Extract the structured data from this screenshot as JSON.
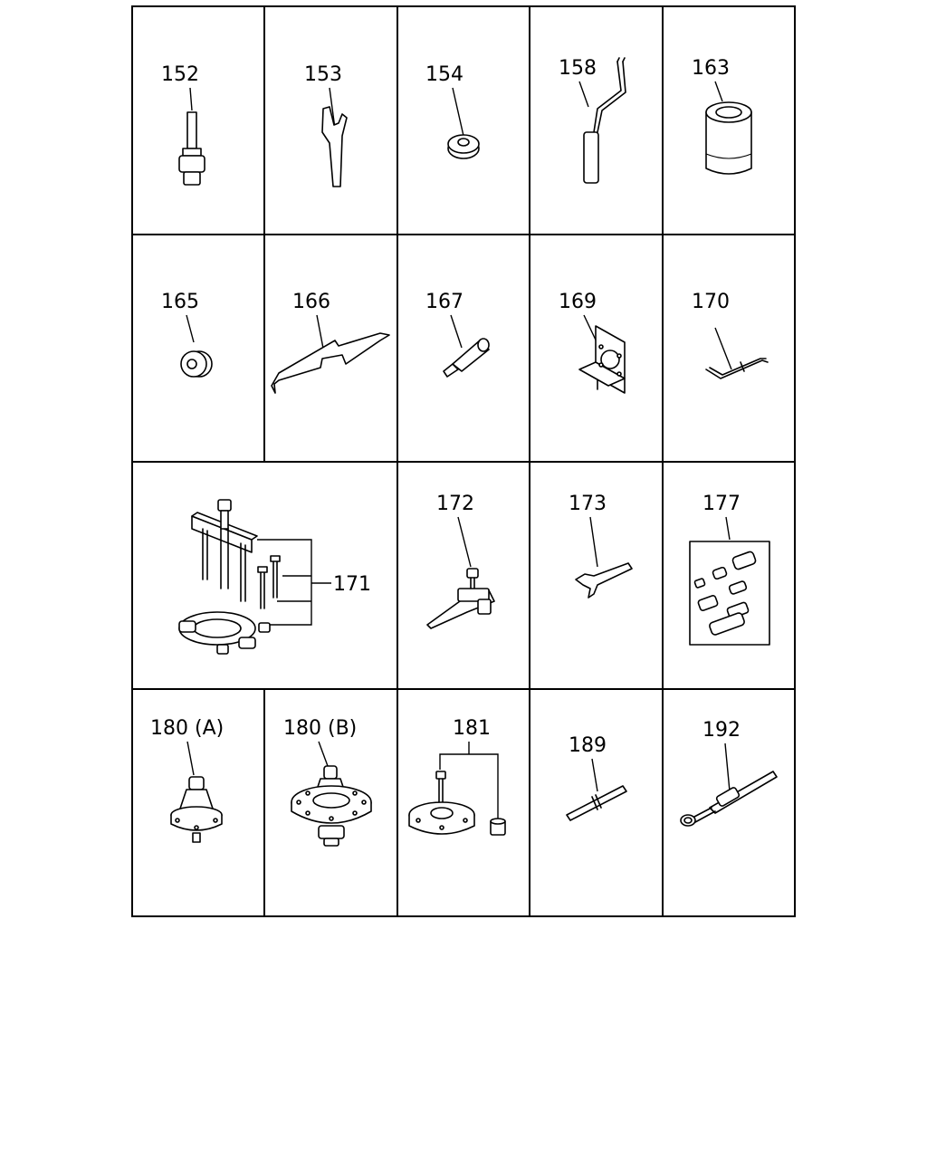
{
  "labels": {
    "p152": "152",
    "p153": "153",
    "p154": "154",
    "p158": "158",
    "p163": "163",
    "p165": "165",
    "p166": "166",
    "p167": "167",
    "p169": "169",
    "p170": "170",
    "p171": "171",
    "p172": "172",
    "p173": "173",
    "p177": "177",
    "p180a": "180 (A)",
    "p180b": "180 (B)",
    "p181": "181",
    "p189": "189",
    "p192": "192"
  }
}
